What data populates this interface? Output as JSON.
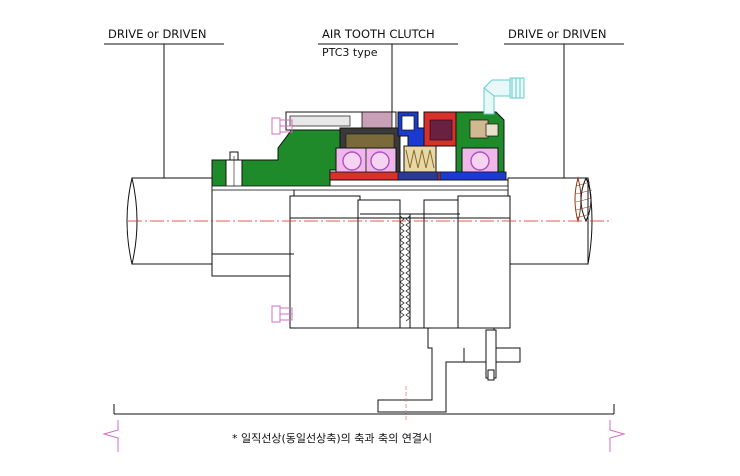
{
  "labels": {
    "left_title": "DRIVE  or  DRIVEN",
    "center_title": "AIR TOOTH CLUTCH",
    "center_subtitle": "PTC3  type",
    "right_title": "DRIVE  or  DRIVEN",
    "footnote": "* 일직선상(동일선상축)의 축과 축의 연결시"
  },
  "colors": {
    "housing_green": "#1f8a2a",
    "outline": "#111111",
    "bearing_pink": "#f0b8e8",
    "bearing_purple": "#b050c8",
    "armature_red": "#d8302a",
    "piston_blue": "#1a3ad0",
    "magenta_bolt": "#d070c0",
    "fitting_cyan": "#66cccc",
    "centerline_red": "#e02020"
  }
}
